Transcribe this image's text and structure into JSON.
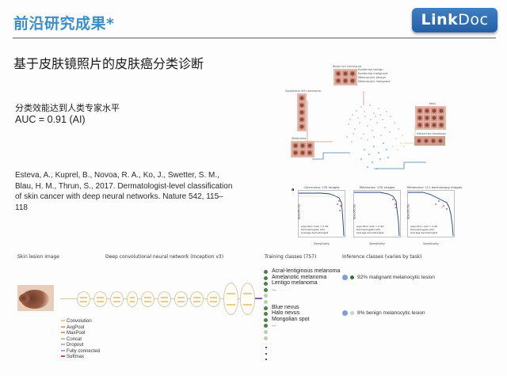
{
  "header": {
    "title": "前沿研究成果*",
    "logo": {
      "bold": "Link",
      "light": "Doc"
    }
  },
  "slide": {
    "subtitle": "基于皮肤镜照片的皮肤癌分类诊断",
    "claim_line1": "分类效能达到人类专家水平",
    "claim_line2": "AUC = 0.91 (AI)",
    "citation": "Esteva, A., Kuprel, B., Novoa, R. A., Ko, J., Swetter, S. M., Blau, H. M., Thrun, S., 2017. Dermatologist-level classification of skin cancer with deep neural networks. Nature 542, 115–118"
  },
  "tsne_figure": {
    "clusters": [
      {
        "label": "Basal cell carcinoma"
      },
      {
        "label": "Squamous cell carcinoma"
      },
      {
        "label": "Melanoma"
      },
      {
        "label": "Nevi"
      },
      {
        "label": "Seborrheic keratoses"
      }
    ],
    "legend": [
      "Epidermal benign",
      "Epidermal malignant",
      "Melanocytic benign",
      "Melanocytic malignant"
    ]
  },
  "roc_charts": {
    "panel_letter": "a",
    "xlabel": "Sensitivity",
    "ylabel": "Specificity",
    "legend": [
      "Algorithm: AUC = 0.96",
      "Dermatologists (25)",
      "Average dermatologist"
    ],
    "panels": [
      {
        "title": "Carcinoma: 135 images"
      },
      {
        "title": "Melanoma: 130 images"
      },
      {
        "title": "Melanoma: 111 dermoscopy images"
      }
    ]
  },
  "pipeline": {
    "input_label": "Skin lesion image",
    "network_label": "Deep convolutional neural network (Inception v3)",
    "training_label": "Training classes (757)",
    "inference_label": "Inference classes (varies by task)",
    "layer_legend": [
      {
        "name": "Convolution",
        "color": "#e6cf88"
      },
      {
        "name": "AvgPool",
        "color": "#c9b27a"
      },
      {
        "name": "MaxPool",
        "color": "#d9a06a"
      },
      {
        "name": "Concat",
        "color": "#b9c7a0"
      },
      {
        "name": "Dropout",
        "color": "#a6b6c9"
      },
      {
        "name": "Fully connected",
        "color": "#b8a0c8"
      },
      {
        "name": "Softmax",
        "color": "#c0505a"
      }
    ],
    "training_classes": [
      "Acral-lentiginous melanoma",
      "Amelanotic melanoma",
      "Lentigo melanoma",
      "...",
      "",
      "",
      "Blue nevus",
      "Halo nevus",
      "Mongolian spot",
      "...",
      "",
      ""
    ],
    "inference_classes": [
      {
        "label": "92% malignant melanocytic lesion",
        "color": "#3f6e3c"
      },
      {
        "label": "8% benign melanocytic lesion",
        "color": "#c9d6c4"
      }
    ]
  }
}
